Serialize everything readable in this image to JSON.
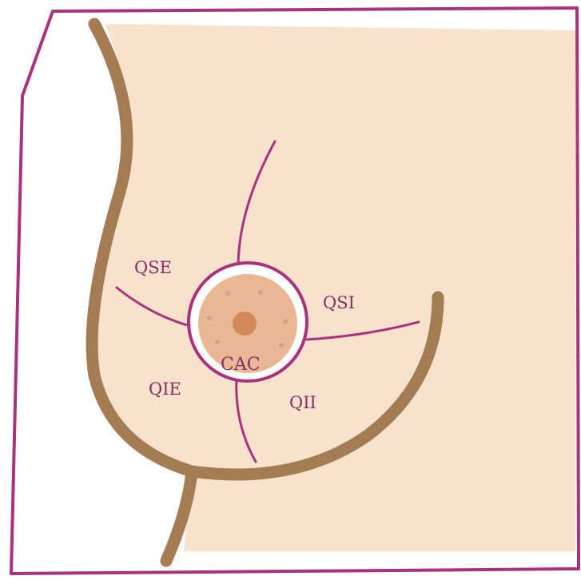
{
  "labels": {
    "qse": "QSE",
    "qsi": "QSI",
    "qie": "QIE",
    "qii": "QII",
    "cac": "CAC"
  },
  "colors": {
    "frame": "#a8337c",
    "skin_fill": "#f7e2cd",
    "contour": "#a47b52",
    "quadrant_lines": "#a8337c",
    "areola_fill": "#e8b894",
    "areola_ring": "#a8337c",
    "nipple": "#d38a5a",
    "areola_dots": "#d9a07c",
    "label_text": "#8c2a62"
  }
}
